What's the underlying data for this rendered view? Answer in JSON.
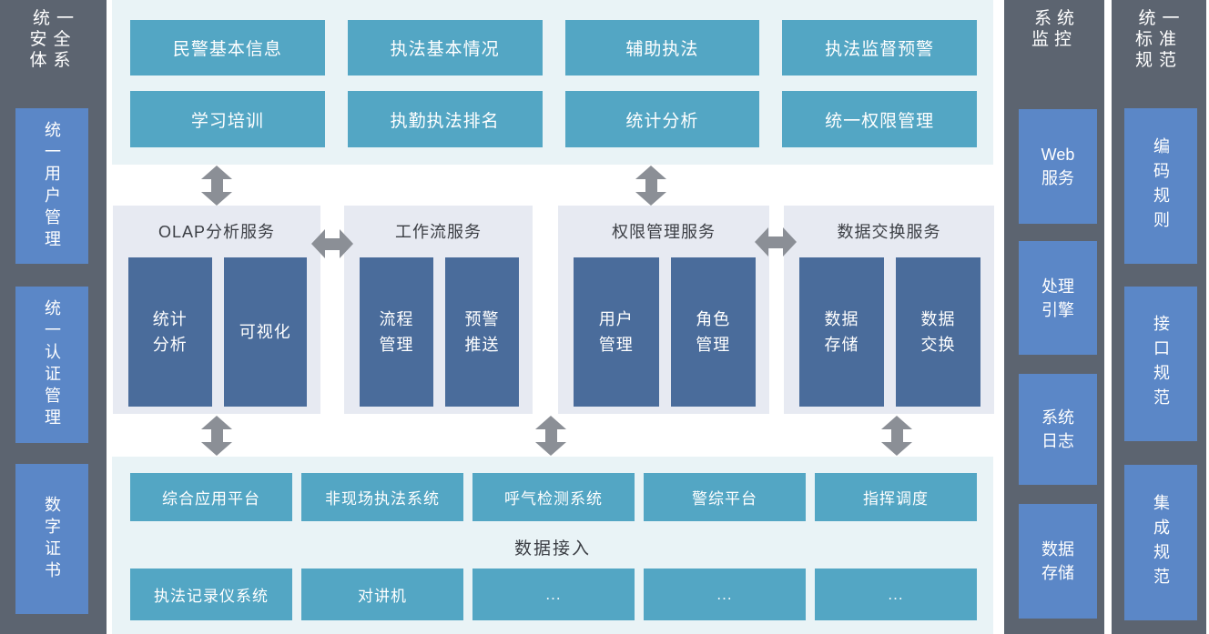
{
  "colors": {
    "sidebar_bg": "#5c6470",
    "sidebar_box_blue": "#5b87c7",
    "band_bg_cyan": "#e9f3f6",
    "panel_bg_lavender": "#e7eaf2",
    "app_box_teal": "#53a6c4",
    "service_box_navy": "#4a6c9b",
    "arrow_gray": "#8b8f96",
    "dark_text": "#3b3e44",
    "box_text": "#ffffff"
  },
  "security_panel": {
    "title": "统一\n安全\n体系",
    "items": [
      "统一用户管理",
      "统一认证管理",
      "数字证书"
    ]
  },
  "app_layer": {
    "row1": [
      "民警基本信息",
      "执法基本情况",
      "辅助执法",
      "执法监督预警"
    ],
    "row2": [
      "学习培训",
      "执勤执法排名",
      "统计分析",
      "统一权限管理"
    ]
  },
  "service_layer": {
    "panels": [
      {
        "title": "OLAP分析服务",
        "items": [
          "统计\n分析",
          "可视化"
        ]
      },
      {
        "title": "工作流服务",
        "items": [
          "流程\n管理",
          "预警\n推送"
        ]
      },
      {
        "title": "权限管理服务",
        "items": [
          "用户\n管理",
          "角色\n管理"
        ]
      },
      {
        "title": "数据交换服务",
        "items": [
          "数据\n存储",
          "数据\n交换"
        ]
      }
    ]
  },
  "access_layer": {
    "row1": [
      "综合应用平台",
      "非现场执法系统",
      "呼气检测系统",
      "警综平台",
      "指挥调度"
    ],
    "label": "数据接入",
    "row2": [
      "执法记录仪系统",
      "对讲机",
      "...",
      "...",
      "..."
    ]
  },
  "monitor_panel": {
    "title": "系统\n监控",
    "items": [
      "Web\n服务",
      "处理\n引擎",
      "系统\n日志",
      "数据\n存储"
    ]
  },
  "standards_panel": {
    "title": "统一\n标准\n规范",
    "items": [
      "编码规则",
      "接口规范",
      "集成规范"
    ]
  }
}
